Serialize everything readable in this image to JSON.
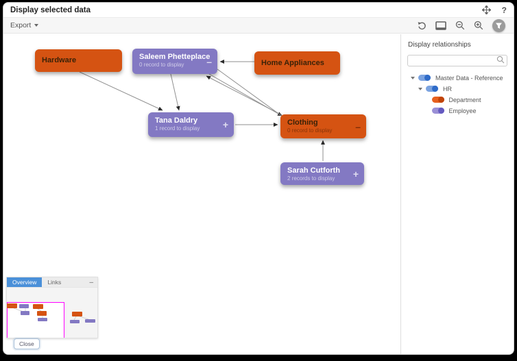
{
  "titlebar": {
    "title": "Display selected data",
    "help_label": "?"
  },
  "toolbar": {
    "export_label": "Export"
  },
  "colors": {
    "orange": "#d55312",
    "purple": "#8379c3",
    "tab_active": "#4a90d9",
    "viewport_outline": "#ff00ff"
  },
  "canvas": {
    "nodes": [
      {
        "label": "Hardware",
        "sublabel": "",
        "type": "department",
        "action": ""
      },
      {
        "label": "Saleem Phetteplace",
        "sublabel": "0 record to display",
        "type": "employee",
        "action": "–"
      },
      {
        "label": "Home Appliances",
        "sublabel": "",
        "type": "department",
        "action": ""
      },
      {
        "label": "Tana Daldry",
        "sublabel": "1 record to display",
        "type": "employee",
        "action": "+"
      },
      {
        "label": "Clothing",
        "sublabel": "0 record to display",
        "type": "department",
        "action": "–"
      },
      {
        "label": "Sarah Cutforth",
        "sublabel": "2 records to display",
        "type": "employee",
        "action": "+"
      }
    ],
    "edges": [
      {
        "from": "Hardware",
        "to": "Tana Daldry"
      },
      {
        "from": "Saleem Phetteplace",
        "to": "Tana Daldry"
      },
      {
        "from": "Home Appliances",
        "to": "Saleem Phetteplace"
      },
      {
        "from": "Clothing",
        "to": "Saleem Phetteplace"
      },
      {
        "from": "Saleem Phetteplace",
        "to": "Clothing"
      },
      {
        "from": "Saleem Phetteplace",
        "to": "Clothing"
      },
      {
        "from": "Tana Daldry",
        "to": "Clothing"
      },
      {
        "from": "Sarah Cutforth",
        "to": "Clothing"
      }
    ]
  },
  "sidebar": {
    "header": "Display relationships",
    "search_placeholder": "",
    "tree": [
      {
        "label": "Master Data - Reference",
        "color": "blue",
        "expanded": true
      },
      {
        "label": "HR",
        "color": "blue",
        "expanded": true
      },
      {
        "label": "Department",
        "color": "orange",
        "expanded": false
      },
      {
        "label": "Employee",
        "color": "violet",
        "expanded": false
      }
    ]
  },
  "overview": {
    "tabs": [
      "Overview",
      "Links"
    ],
    "collapse_label": "–",
    "close_label": "Close"
  }
}
